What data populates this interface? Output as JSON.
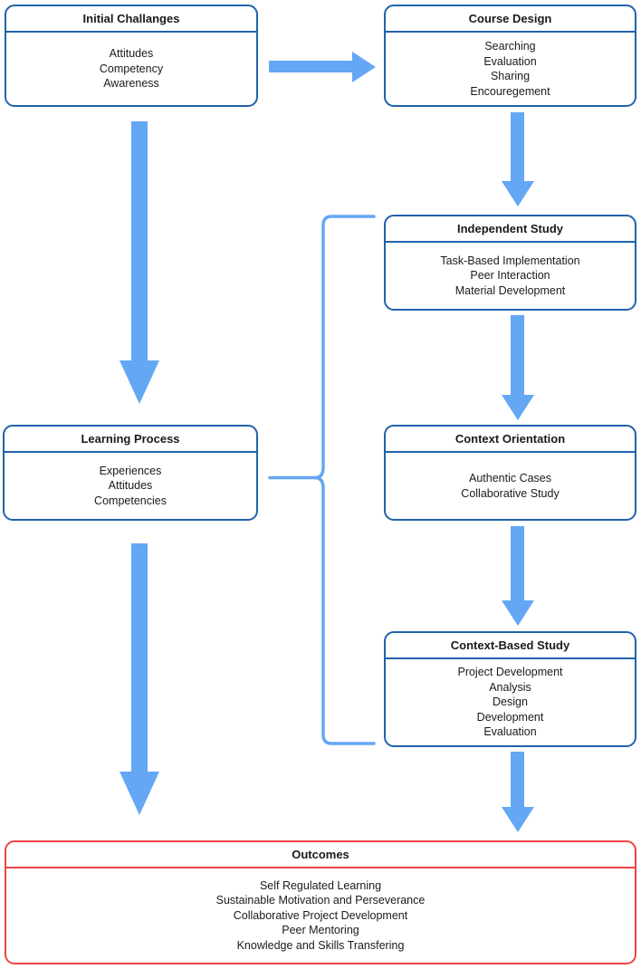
{
  "colors": {
    "accent": "#64a7f5",
    "box_border": "#2062ab",
    "outcomes_border": "#f04343",
    "text": "#1a1a1a"
  },
  "boxes": {
    "initial_challenges": {
      "title": "Initial Challanges",
      "items": [
        "Attitudes",
        "Competency",
        "Awareness"
      ]
    },
    "course_design": {
      "title": "Course Design",
      "items": [
        "Searching",
        "Evaluation",
        "Sharing",
        "Encouregement"
      ]
    },
    "independent_study": {
      "title": "Independent Study",
      "items": [
        "Task-Based Implementation",
        "Peer Interaction",
        "Material Development"
      ]
    },
    "context_orientation": {
      "title": "Context Orientation",
      "items": [
        "Authentic Cases",
        "Collaborative Study"
      ]
    },
    "context_based_study": {
      "title": "Context-Based Study",
      "items": [
        "Project Development",
        "Analysis",
        "Design",
        "Development",
        "Evaluation"
      ]
    },
    "learning_process": {
      "title": "Learning Process",
      "items": [
        "Experiences",
        "Attitudes",
        "Competencies"
      ]
    },
    "outcomes": {
      "title": "Outcomes",
      "items": [
        "Self Regulated Learning",
        "Sustainable Motivation and Perseverance",
        "Collaborative Project Development",
        "Peer Mentoring",
        "Knowledge and Skills Transfering"
      ]
    }
  }
}
